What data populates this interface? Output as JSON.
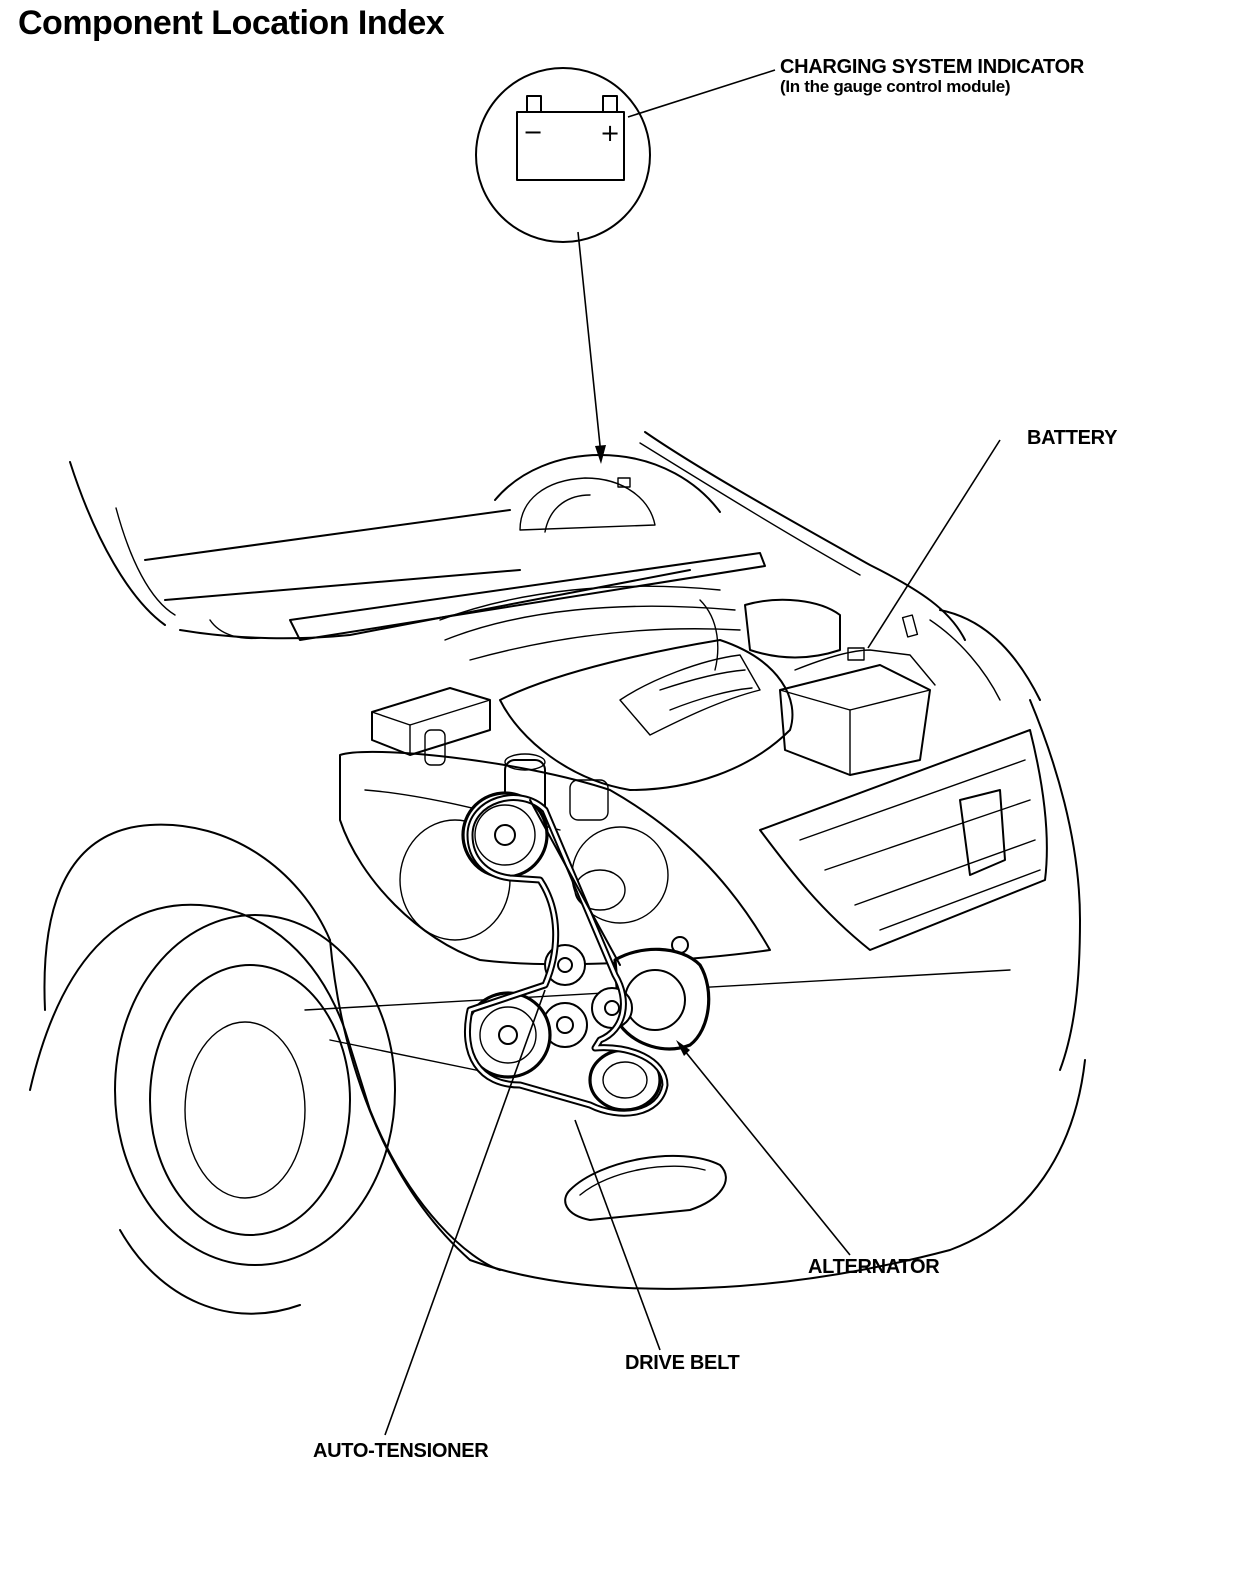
{
  "page": {
    "title": "Component Location Index"
  },
  "callouts": {
    "charging_indicator": {
      "label": "CHARGING SYSTEM INDICATOR",
      "sublabel": "(In the gauge control module)"
    },
    "battery": {
      "label": "BATTERY"
    },
    "alternator": {
      "label": "ALTERNATOR"
    },
    "drive_belt": {
      "label": "DRIVE BELT"
    },
    "auto_tensioner": {
      "label": "AUTO-TENSIONER"
    }
  },
  "indicator_symbols": {
    "negative": "−",
    "positive": "+"
  }
}
